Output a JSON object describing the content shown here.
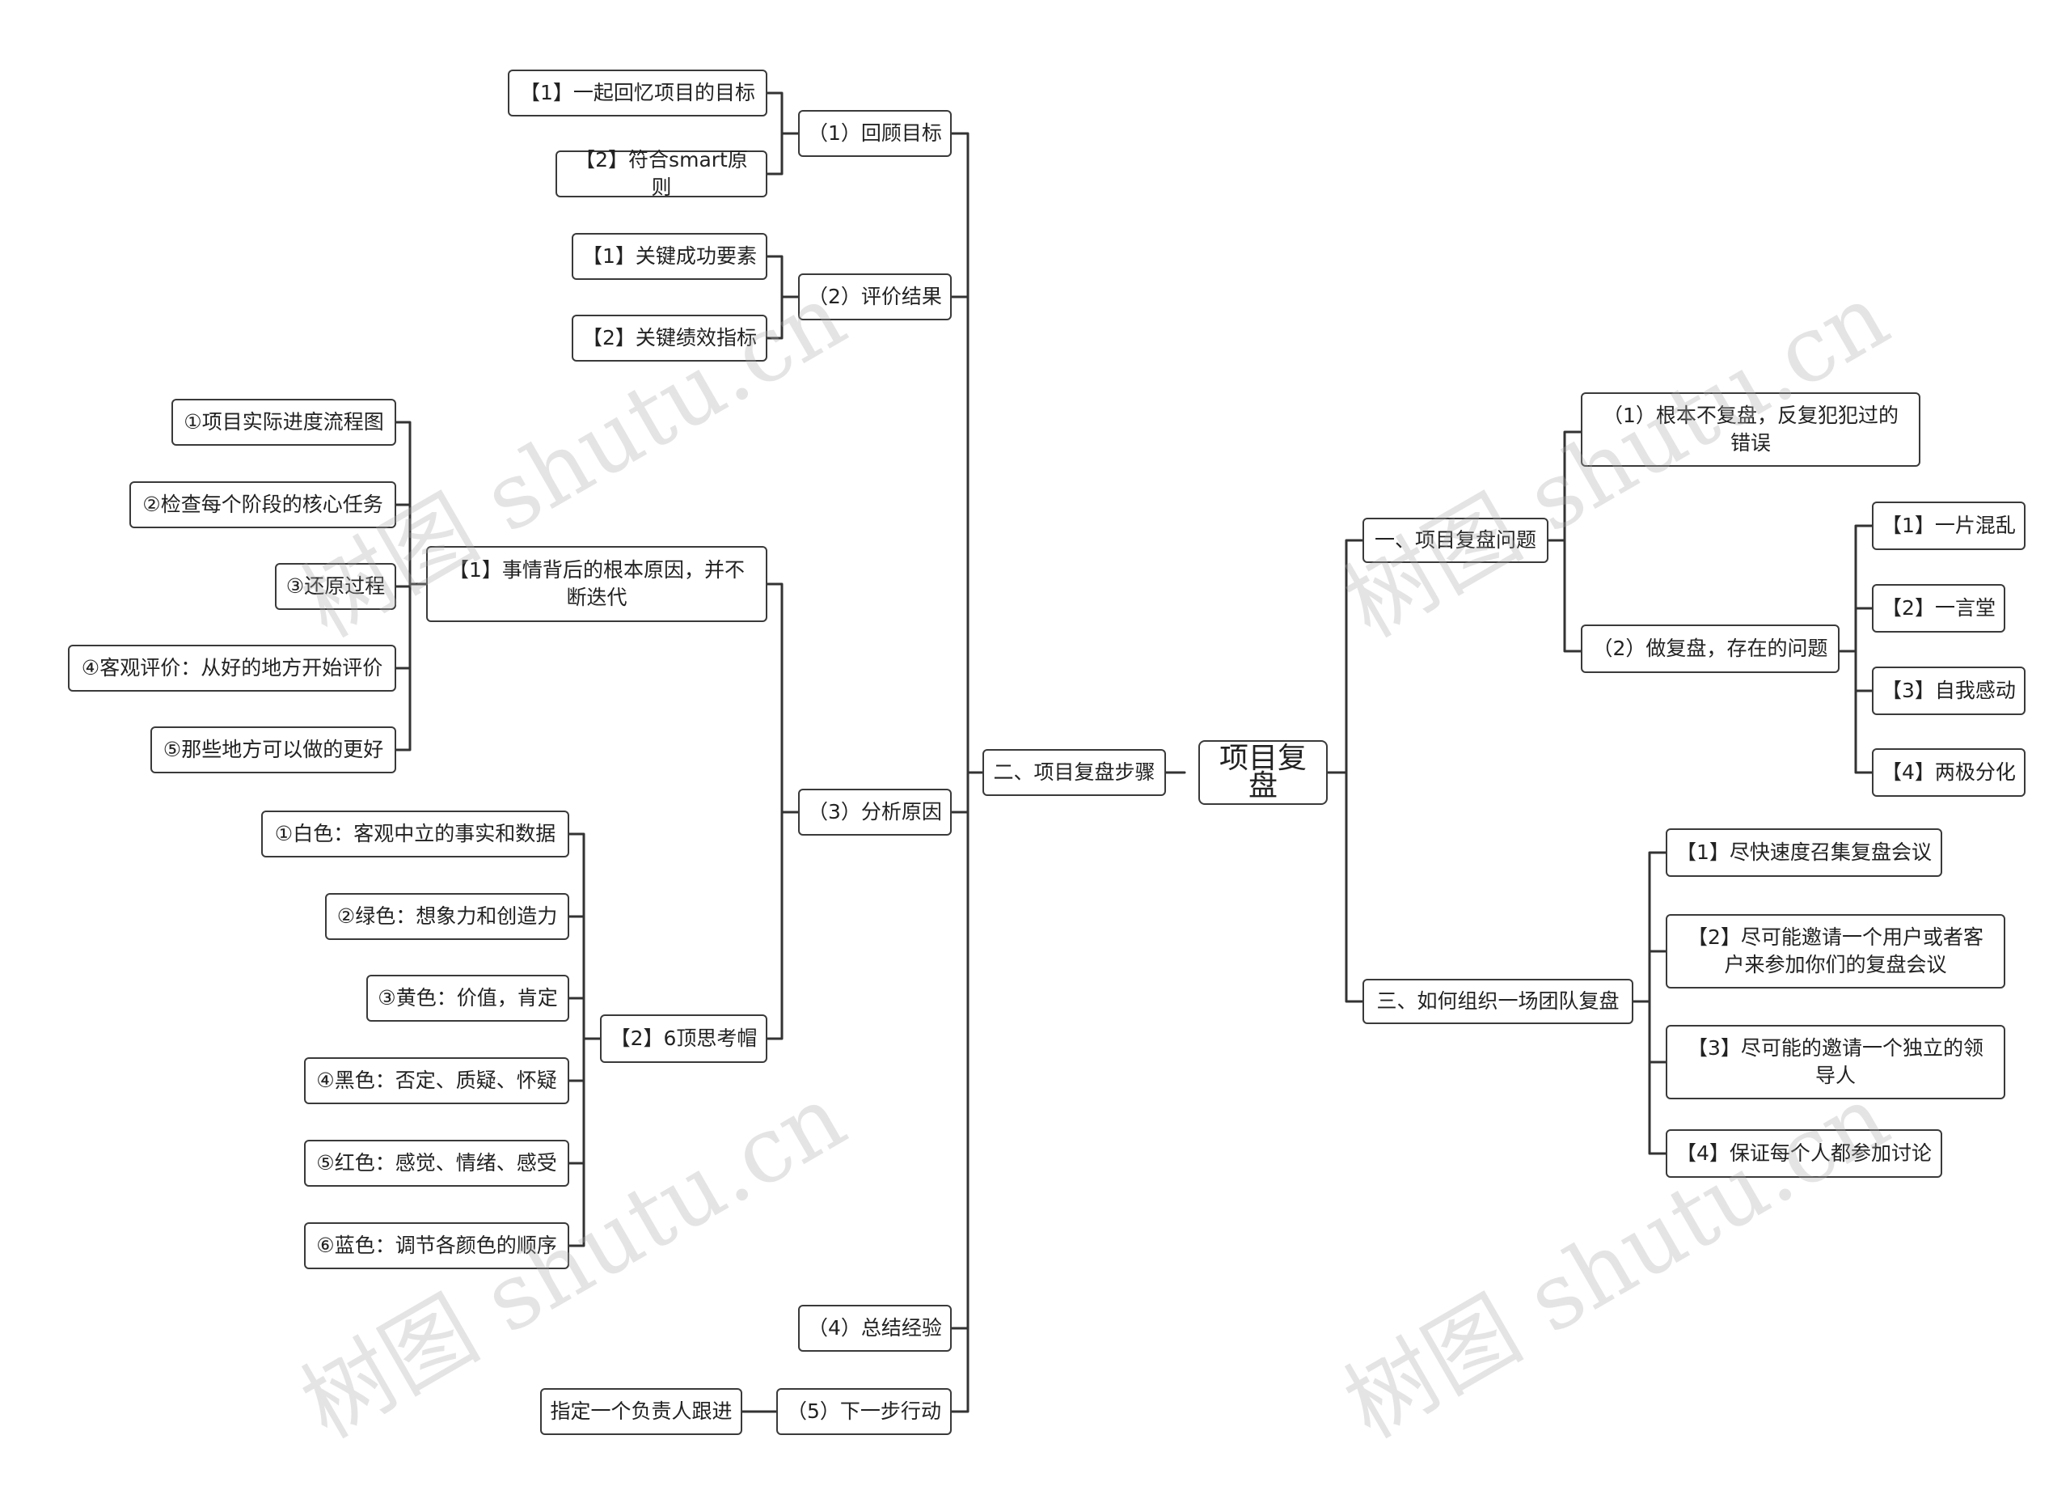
{
  "root": "项目复盘",
  "watermark": "树图 shutu.cn",
  "branches": {
    "problems": {
      "label": "一、项目复盘问题",
      "no_review": "（1）根本不复盘，反复犯犯过的\n错误",
      "review_issues": {
        "label": "（2）做复盘，存在的问题",
        "items": [
          "【1】一片混乱",
          "【2】一言堂",
          "【3】自我感动",
          "【4】两极分化"
        ]
      }
    },
    "steps": {
      "label": "二、项目复盘步骤",
      "review_goal": {
        "label": "（1）回顾目标",
        "items": [
          "【1】一起回忆项目的目标",
          "【2】符合smart原则"
        ]
      },
      "evaluate": {
        "label": "（2）评价结果",
        "items": [
          "【1】关键成功要素",
          "【2】关键绩效指标"
        ]
      },
      "analyze": {
        "label": "（3）分析原因",
        "root_cause": {
          "label": "【1】事情背后的根本原因，并不\n断迭代",
          "items": [
            "①项目实际进度流程图",
            "②检查每个阶段的核心任务",
            "③还原过程",
            "④客观评价：从好的地方开始评价",
            "⑤那些地方可以做的更好"
          ]
        },
        "hats": {
          "label": "【2】6顶思考帽",
          "items": [
            "①白色：客观中立的事实和数据",
            "②绿色：想象力和创造力",
            "③黄色：价值，肯定",
            "④黑色：否定、质疑、怀疑",
            "⑤红色：感觉、情绪、感受",
            "⑥蓝色：调节各颜色的顺序"
          ]
        }
      },
      "summary": {
        "label": "（4）总结经验"
      },
      "next": {
        "label": "（5）下一步行动",
        "items": [
          "指定一个负责人跟进"
        ]
      }
    },
    "team": {
      "label": "三、如何组织一场团队复盘",
      "items": [
        "【1】尽快速度召集复盘会议",
        "【2】尽可能邀请一个用户或者客\n户来参加你们的复盘会议",
        "【3】尽可能的邀请一个独立的领\n导人",
        "【4】保证每个人都参加讨论"
      ]
    }
  }
}
